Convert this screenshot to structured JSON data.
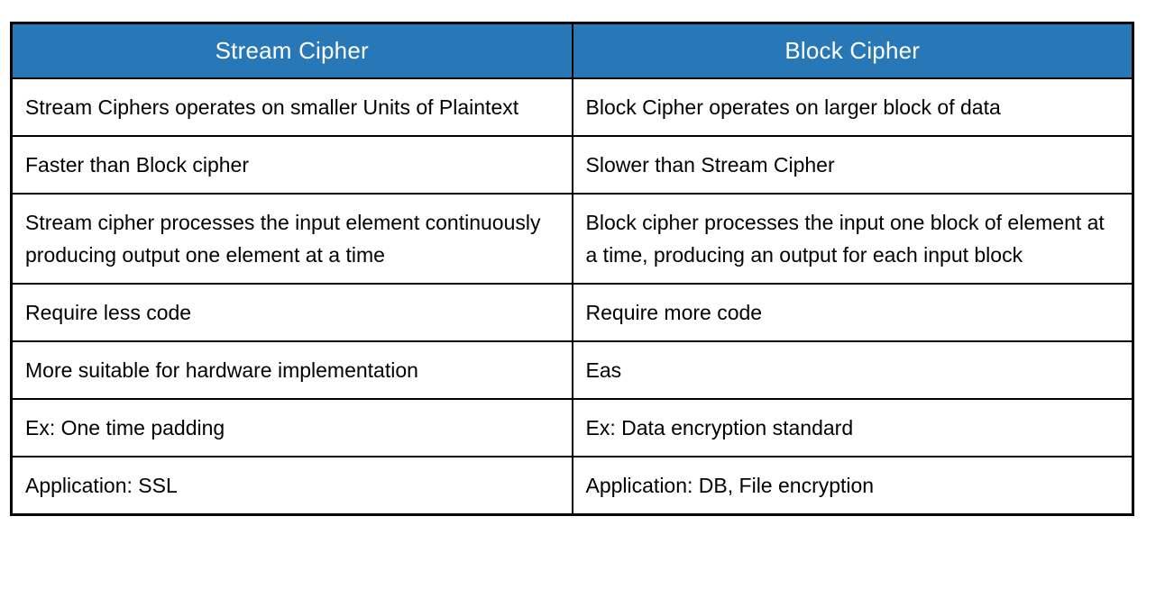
{
  "table": {
    "columns": [
      {
        "header": "Stream Cipher"
      },
      {
        "header": "Block Cipher"
      }
    ],
    "rows": [
      [
        "Stream Ciphers operates on smaller Units of Plaintext",
        "Block Cipher operates on larger block of data"
      ],
      [
        "Faster than Block cipher",
        "Slower than Stream Cipher"
      ],
      [
        "Stream cipher processes the input element continuously producing output one element at a time",
        "Block cipher processes the input one block of element at a time, producing an output for each input block"
      ],
      [
        "Require less code",
        "Require more code"
      ],
      [
        "More suitable for hardware implementation",
        "Eas"
      ],
      [
        "Ex: One time padding",
        "Ex: Data encryption standard"
      ],
      [
        "Application: SSL",
        "Application: DB, File encryption"
      ]
    ],
    "colors": {
      "header_bg": "#2878b8",
      "header_text": "#ffffff",
      "border": "#000000",
      "cell_bg": "#ffffff",
      "cell_text": "#000000"
    }
  }
}
